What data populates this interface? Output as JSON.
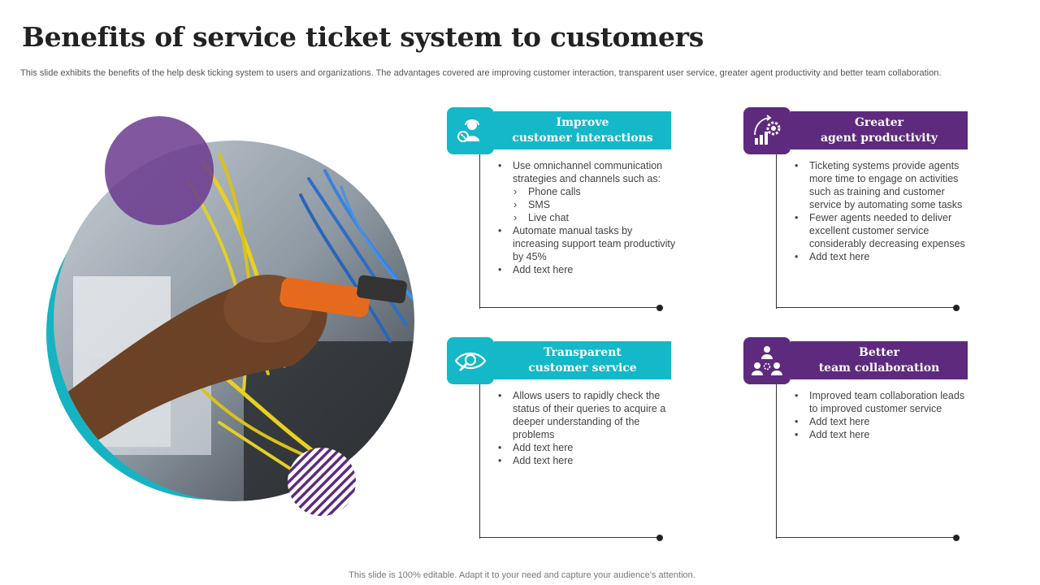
{
  "title": "Benefits of service ticket system to customers",
  "subtitle": "This slide exhibits the benefits of the help desk ticking system to users and organizations. The advantages covered are improving customer interaction, transparent user service, greater agent productivity and better team collaboration.",
  "footer": "This slide is 100% editable. Adapt it to your need and capture your audience’s attention.",
  "colors": {
    "teal": "#14b8c8",
    "purple": "#5e2a7e"
  },
  "cards": [
    {
      "title": "Improve\ncustomer interactions",
      "icon": "customer-support-headset-icon",
      "items": [
        "Use omnichannel communication strategies and channels such as:",
        "Phone calls",
        "SMS",
        "Live chat",
        "Automate manual tasks by increasing support team productivity by 45%",
        "Add text here"
      ]
    },
    {
      "title": "Greater\nagent productivity",
      "icon": "productivity-gear-chart-icon",
      "items": [
        "Ticketing systems provide agents more time to engage on activities such as training and customer service by automating some tasks",
        "Fewer agents needed to deliver excellent customer service considerably decreasing expenses",
        "Add text here"
      ]
    },
    {
      "title": "Transparent\ncustomer service",
      "icon": "eye-magnifier-icon",
      "items": [
        "Allows users to rapidly check the status of their queries to acquire a deeper understanding of the problems",
        "Add text here",
        "Add text here"
      ]
    },
    {
      "title": "Better\nteam collaboration",
      "icon": "team-collaboration-icon",
      "items": [
        "Improved team collaboration leads to improved customer service",
        "Add text here",
        "Add text here"
      ]
    }
  ]
}
